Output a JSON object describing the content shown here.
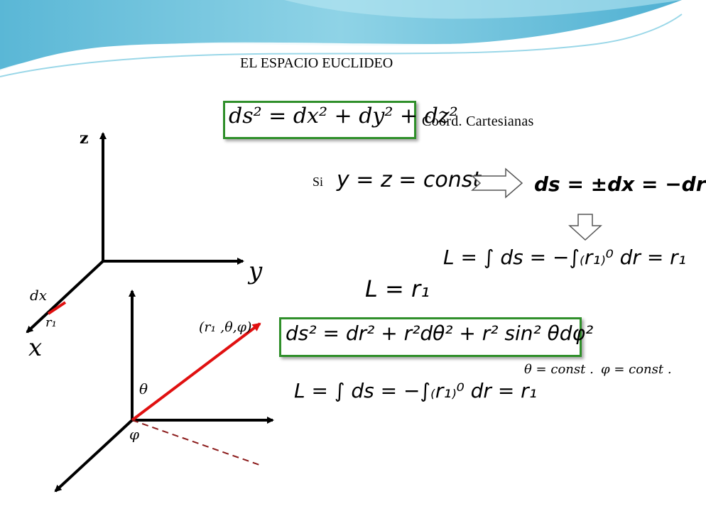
{
  "title": "EL ESPACIO EUCLIDEO",
  "caption_cartesian": "Coord. Cartesianas",
  "si_label": "Si",
  "equations": {
    "cartesian_metric": "ds² = dx² + dy² + dz²",
    "condition": "y = z = const",
    "result": "ds = ±dx = −dr",
    "length_integral_1": "L = ∫ ds = −∫₍r₁₎⁰ dr = r₁",
    "length_result": "L = r₁",
    "spherical_metric": "ds² = dr² + r²dθ² + r² sin² θdφ²",
    "theta_const": "θ = const .",
    "phi_const": "φ = const .",
    "length_integral_2": "L = ∫ ds = −∫₍r₁₎⁰ dr = r₁"
  },
  "axes_labels": {
    "z": "z",
    "y": "y",
    "x": "x",
    "dx": "dx",
    "r1": "r₁",
    "point": "(r₁ ,θ,φ)",
    "theta": "θ",
    "phi": "φ"
  },
  "colors": {
    "box_border": "#2f8f2a",
    "vector": "#e01010",
    "projection": "#8b1a1a",
    "banner": "#6cc3dc"
  }
}
